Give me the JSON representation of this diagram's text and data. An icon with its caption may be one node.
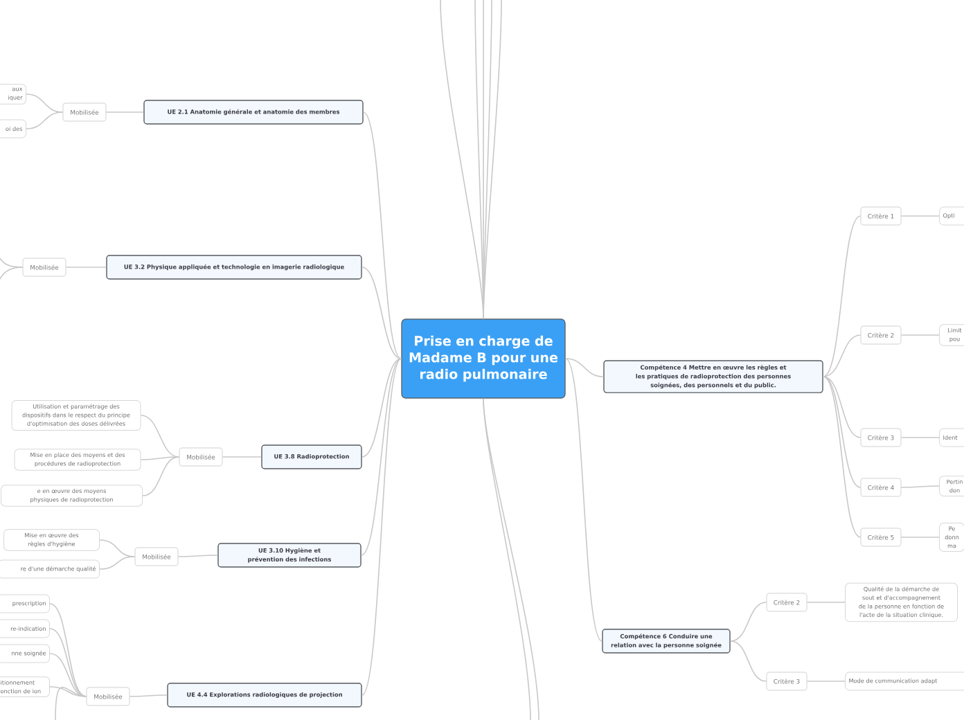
{
  "diagram": {
    "nodes": [
      {
        "text": [
          "Prise en charge de Madame B pour une radio pulmonaire"
        ]
      },
      {
        "text": [
          "UE 2.1 Anatomie générale et anatomie des membres"
        ]
      },
      {
        "text": [
          "Mobilisée"
        ]
      },
      {
        "text": [
          "aux iquer"
        ]
      },
      {
        "text": [
          "oi des"
        ]
      },
      {
        "text": [
          "UE 3.2 Physique appliquée et technologie en imagerie radiologique"
        ]
      },
      {
        "text": [
          "Mobilisée"
        ]
      },
      {
        "text": [
          "UE 3.8 Radioprotection"
        ]
      },
      {
        "text": [
          "Mobilisée"
        ]
      },
      {
        "text": [
          "Utilisation et paramétrage des dispositifs dans le respect du principe d'optimisation des doses délivrées"
        ]
      },
      {
        "text": [
          "Mise en place des moyens et des procédures de radioprotection"
        ]
      },
      {
        "text": [
          "e en œuvre des moyens physiques de radioprotection"
        ]
      },
      {
        "text": [
          "UE 3.10 Hygiène et prévention des infections"
        ]
      },
      {
        "text": [
          "Mobilisée"
        ]
      },
      {
        "text": [
          "Mise en œuvre des règles d'hygiène"
        ]
      },
      {
        "text": [
          "re d'une démarche qualité"
        ]
      },
      {
        "text": [
          "UE 4.4 Explorations radiologiques de projection"
        ]
      },
      {
        "text": [
          "Mobilisée"
        ]
      },
      {
        "text": [
          "prescription"
        ]
      },
      {
        "text": [
          "re-indication"
        ]
      },
      {
        "text": [
          "nne soignée"
        ]
      },
      {
        "text": [
          "itionnement onction de ion"
        ]
      },
      {
        "text": [
          "Compétence 4  Mettre en œuvre les règles et les pratiques de radioprotection des personnes soignées, des personnels et du public."
        ]
      },
      {
        "text": [
          "Critère 1"
        ]
      },
      {
        "text": [
          "Opti"
        ]
      },
      {
        "text": [
          "Critère 2"
        ]
      },
      {
        "text": [
          "Limit pou"
        ]
      },
      {
        "text": [
          "Critère 3"
        ]
      },
      {
        "text": [
          "Ident"
        ]
      },
      {
        "text": [
          "Critère 4"
        ]
      },
      {
        "text": [
          "Pertin don"
        ]
      },
      {
        "text": [
          "Critère 5"
        ]
      },
      {
        "text": [
          "Pe donn ma"
        ]
      },
      {
        "text": [
          "Compétence 6 Conduire une relation avec la personne soignée"
        ]
      },
      {
        "text": [
          "Critère 2"
        ]
      },
      {
        "text": [
          "Qualité de la démarche de sout et d'accompagnement de la personne en fonction de l'acte de la situation clinique."
        ]
      },
      {
        "text": [
          "Critère 3"
        ]
      },
      {
        "text": [
          "Mode de communication adapt"
        ]
      }
    ],
    "edges": [
      {
        "from": 0,
        "to": 1,
        "arrow": "none"
      },
      {
        "from": 0,
        "to": 5,
        "arrow": "none"
      },
      {
        "from": 0,
        "to": 7,
        "arrow": "none"
      },
      {
        "from": 0,
        "to": 12,
        "arrow": "none"
      },
      {
        "from": 0,
        "to": 16,
        "arrow": "none"
      },
      {
        "from": 0,
        "to": 22,
        "arrow": "none"
      },
      {
        "from": 0,
        "to": 33,
        "arrow": "none"
      },
      {
        "from": 1,
        "to": 2,
        "arrow": "none"
      },
      {
        "from": 2,
        "to": 3,
        "arrow": "none"
      },
      {
        "from": 2,
        "to": 4,
        "arrow": "none"
      },
      {
        "from": 5,
        "to": 6,
        "arrow": "none"
      },
      {
        "from": 7,
        "to": 8,
        "arrow": "none"
      },
      {
        "from": 8,
        "to": 9,
        "arrow": "none"
      },
      {
        "from": 8,
        "to": 10,
        "arrow": "none"
      },
      {
        "from": 8,
        "to": 11,
        "arrow": "none"
      },
      {
        "from": 12,
        "to": 13,
        "arrow": "none"
      },
      {
        "from": 13,
        "to": 14,
        "arrow": "none"
      },
      {
        "from": 13,
        "to": 15,
        "arrow": "none"
      },
      {
        "from": 16,
        "to": 17,
        "arrow": "none"
      },
      {
        "from": 17,
        "to": 18,
        "arrow": "none"
      },
      {
        "from": 17,
        "to": 19,
        "arrow": "none"
      },
      {
        "from": 17,
        "to": 20,
        "arrow": "none"
      },
      {
        "from": 17,
        "to": 21,
        "arrow": "none"
      },
      {
        "from": 22,
        "to": 23,
        "arrow": "none"
      },
      {
        "from": 22,
        "to": 25,
        "arrow": "none"
      },
      {
        "from": 22,
        "to": 27,
        "arrow": "none"
      },
      {
        "from": 22,
        "to": 29,
        "arrow": "none"
      },
      {
        "from": 22,
        "to": 31,
        "arrow": "none"
      },
      {
        "from": 23,
        "to": 24,
        "arrow": "none"
      },
      {
        "from": 25,
        "to": 26,
        "arrow": "none"
      },
      {
        "from": 27,
        "to": 28,
        "arrow": "none"
      },
      {
        "from": 29,
        "to": 30,
        "arrow": "none"
      },
      {
        "from": 31,
        "to": 32,
        "arrow": "none"
      },
      {
        "from": 33,
        "to": 34,
        "arrow": "none"
      },
      {
        "from": 33,
        "to": 36,
        "arrow": "none"
      },
      {
        "from": 34,
        "to": 35,
        "arrow": "none"
      },
      {
        "from": 36,
        "to": 37,
        "arrow": "none"
      },
      {
        "from": 0,
        "to": null,
        "arrow": "none"
      },
      {
        "from": 0,
        "to": null,
        "arrow": "none"
      },
      {
        "from": 0,
        "to": null,
        "arrow": "none"
      },
      {
        "from": 0,
        "to": null,
        "arrow": "none"
      },
      {
        "from": 0,
        "to": null,
        "arrow": "none"
      },
      {
        "from": 0,
        "to": null,
        "arrow": "none"
      },
      {
        "from": 0,
        "to": null,
        "arrow": "none"
      },
      {
        "from": 6,
        "to": null,
        "arrow": "none"
      },
      {
        "from": 6,
        "to": null,
        "arrow": "none"
      },
      {
        "from": 17,
        "to": null,
        "arrow": "none"
      }
    ]
  }
}
